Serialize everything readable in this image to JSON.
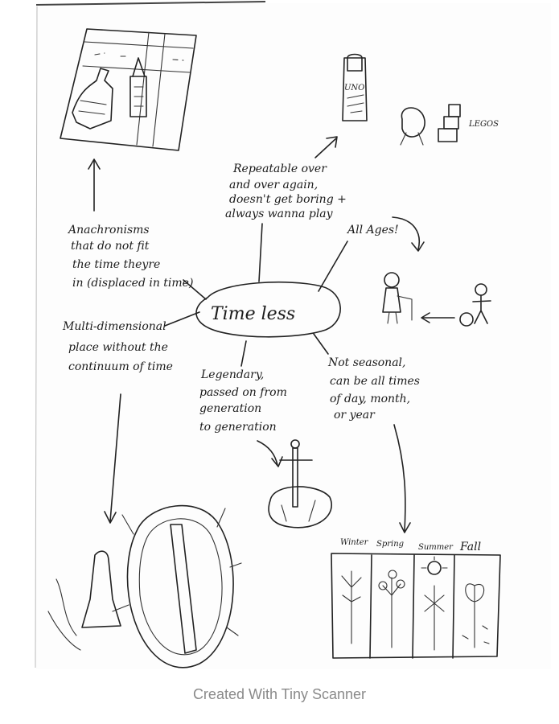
{
  "diagram": {
    "center": "Time less",
    "branches": {
      "repeatable": [
        "Repeatable over",
        "and over again,",
        "doesn't get boring +",
        "always wanna play"
      ],
      "anachronisms": [
        "Anachronisms",
        "that do not fit",
        "the time theyre",
        "in (displaced in time)"
      ],
      "all_ages": "All Ages!",
      "multidimensional": [
        "Multi-dimensional",
        "place without the",
        "continuum of time"
      ],
      "legendary": [
        "Legendary,",
        "passed on from",
        "generation",
        "to generation"
      ],
      "not_seasonal": [
        "Not seasonal,",
        "can be all times",
        "of day, month,",
        "or year"
      ]
    },
    "illustrations": {
      "uno_card": "UNO",
      "legos": "LEGOS",
      "seasons": [
        "Winter",
        "Spring",
        "Summer",
        "Fall"
      ]
    }
  },
  "footer": {
    "text": "Created With Tiny Scanner"
  }
}
